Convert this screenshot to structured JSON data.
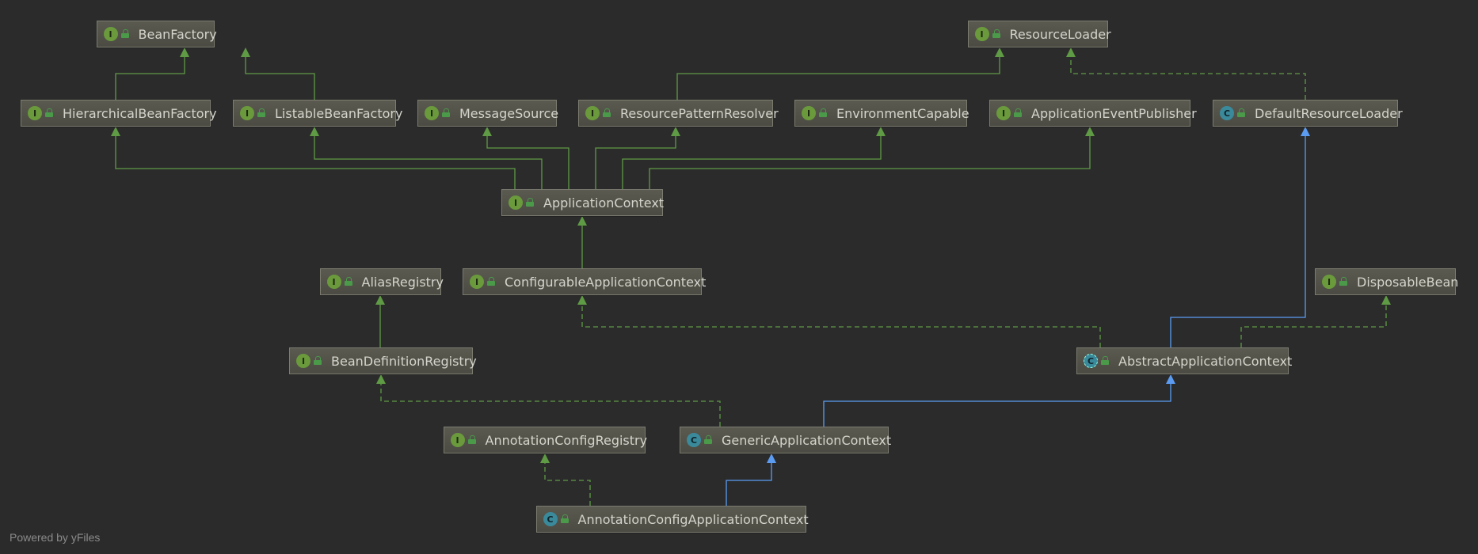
{
  "nodes": [
    {
      "id": "BeanFactory",
      "label": "BeanFactory",
      "kind": "I"
    },
    {
      "id": "ResourceLoader",
      "label": "ResourceLoader",
      "kind": "I"
    },
    {
      "id": "HierarchicalBeanFactory",
      "label": "HierarchicalBeanFactory",
      "kind": "I"
    },
    {
      "id": "ListableBeanFactory",
      "label": "ListableBeanFactory",
      "kind": "I"
    },
    {
      "id": "MessageSource",
      "label": "MessageSource",
      "kind": "I"
    },
    {
      "id": "ResourcePatternResolver",
      "label": "ResourcePatternResolver",
      "kind": "I"
    },
    {
      "id": "EnvironmentCapable",
      "label": "EnvironmentCapable",
      "kind": "I"
    },
    {
      "id": "ApplicationEventPublisher",
      "label": "ApplicationEventPublisher",
      "kind": "I"
    },
    {
      "id": "DefaultResourceLoader",
      "label": "DefaultResourceLoader",
      "kind": "C"
    },
    {
      "id": "ApplicationContext",
      "label": "ApplicationContext",
      "kind": "I"
    },
    {
      "id": "AliasRegistry",
      "label": "AliasRegistry",
      "kind": "I"
    },
    {
      "id": "ConfigurableApplicationContext",
      "label": "ConfigurableApplicationContext",
      "kind": "I"
    },
    {
      "id": "DisposableBean",
      "label": "DisposableBean",
      "kind": "I"
    },
    {
      "id": "BeanDefinitionRegistry",
      "label": "BeanDefinitionRegistry",
      "kind": "I"
    },
    {
      "id": "AbstractApplicationContext",
      "label": "AbstractApplicationContext",
      "kind": "AC"
    },
    {
      "id": "AnnotationConfigRegistry",
      "label": "AnnotationConfigRegistry",
      "kind": "I"
    },
    {
      "id": "GenericApplicationContext",
      "label": "GenericApplicationContext",
      "kind": "C"
    },
    {
      "id": "AnnotationConfigApplicationContext",
      "label": "AnnotationConfigApplicationContext",
      "kind": "C"
    }
  ],
  "edges": [
    {
      "from": "HierarchicalBeanFactory",
      "to": "BeanFactory",
      "type": "interface-extends"
    },
    {
      "from": "ListableBeanFactory",
      "to": "BeanFactory",
      "type": "interface-extends"
    },
    {
      "from": "ResourcePatternResolver",
      "to": "ResourceLoader",
      "type": "interface-extends"
    },
    {
      "from": "DefaultResourceLoader",
      "to": "ResourceLoader",
      "type": "implements"
    },
    {
      "from": "ApplicationContext",
      "to": "HierarchicalBeanFactory",
      "type": "interface-extends"
    },
    {
      "from": "ApplicationContext",
      "to": "ListableBeanFactory",
      "type": "interface-extends"
    },
    {
      "from": "ApplicationContext",
      "to": "MessageSource",
      "type": "interface-extends"
    },
    {
      "from": "ApplicationContext",
      "to": "ResourcePatternResolver",
      "type": "interface-extends"
    },
    {
      "from": "ApplicationContext",
      "to": "EnvironmentCapable",
      "type": "interface-extends"
    },
    {
      "from": "ApplicationContext",
      "to": "ApplicationEventPublisher",
      "type": "interface-extends"
    },
    {
      "from": "ConfigurableApplicationContext",
      "to": "ApplicationContext",
      "type": "interface-extends"
    },
    {
      "from": "BeanDefinitionRegistry",
      "to": "AliasRegistry",
      "type": "interface-extends"
    },
    {
      "from": "AbstractApplicationContext",
      "to": "ConfigurableApplicationContext",
      "type": "implements"
    },
    {
      "from": "AbstractApplicationContext",
      "to": "DefaultResourceLoader",
      "type": "extends"
    },
    {
      "from": "AbstractApplicationContext",
      "to": "DisposableBean",
      "type": "implements"
    },
    {
      "from": "GenericApplicationContext",
      "to": "BeanDefinitionRegistry",
      "type": "implements"
    },
    {
      "from": "GenericApplicationContext",
      "to": "AbstractApplicationContext",
      "type": "extends"
    },
    {
      "from": "AnnotationConfigApplicationContext",
      "to": "AnnotationConfigRegistry",
      "type": "implements"
    },
    {
      "from": "AnnotationConfigApplicationContext",
      "to": "GenericApplicationContext",
      "type": "extends"
    }
  ],
  "colors": {
    "interface_edge": "#5f9a45",
    "class_edge": "#5b9cf2",
    "interface_badge": "#6a9a3c",
    "class_badge": "#3a8a9c"
  },
  "footer": "Powered by yFiles"
}
